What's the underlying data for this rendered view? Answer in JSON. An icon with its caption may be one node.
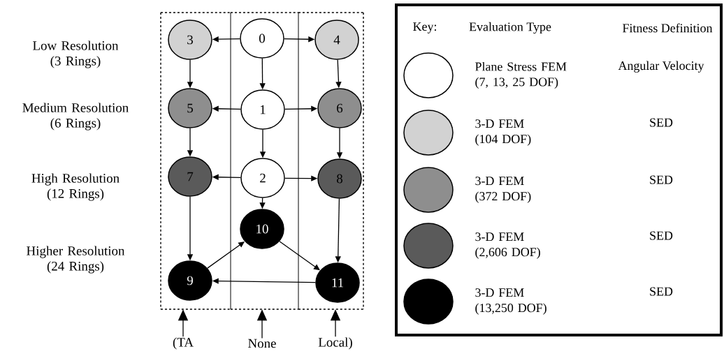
{
  "diagram": {
    "nodes": [
      {
        "text": [],
        "shape": "box"
      },
      {
        "text": [],
        "shape": "box"
      },
      {
        "text": [],
        "shape": "box"
      },
      {
        "text": [
          "3"
        ],
        "in": 0
      },
      {
        "text": [
          "0"
        ],
        "in": 1
      },
      {
        "text": [
          "4"
        ],
        "in": 2
      },
      {
        "text": [
          "5"
        ],
        "in": 0
      },
      {
        "text": [
          "1"
        ],
        "in": 1
      },
      {
        "text": [
          "6"
        ],
        "in": 2
      },
      {
        "text": [
          "7"
        ],
        "in": 0
      },
      {
        "text": [
          "2"
        ],
        "in": 1
      },
      {
        "text": [
          "8"
        ],
        "in": 2
      },
      {
        "text": [
          "10"
        ],
        "in": 1
      },
      {
        "text": [
          "9"
        ],
        "in": 0
      },
      {
        "text": [
          "11"
        ],
        "in": 2
      },
      {
        "text": [
          "(TA"
        ]
      },
      {
        "text": [
          "None"
        ]
      },
      {
        "text": [
          "Local)"
        ]
      }
    ],
    "edges": [
      {
        "from": 4,
        "to": 3,
        "arrow": "to"
      },
      {
        "from": 4,
        "to": 5,
        "arrow": "to"
      },
      {
        "from": 4,
        "to": 7,
        "arrow": "to"
      },
      {
        "from": 3,
        "to": 6,
        "arrow": "to"
      },
      {
        "from": 5,
        "to": 8,
        "arrow": "to"
      },
      {
        "from": 7,
        "to": 6,
        "arrow": "to"
      },
      {
        "from": 7,
        "to": 8,
        "arrow": "to"
      },
      {
        "from": 7,
        "to": 10,
        "arrow": "to"
      },
      {
        "from": 6,
        "to": 9,
        "arrow": "to"
      },
      {
        "from": 8,
        "to": 11,
        "arrow": "to"
      },
      {
        "from": 10,
        "to": 9,
        "arrow": "to"
      },
      {
        "from": 10,
        "to": 11,
        "arrow": "to"
      },
      {
        "from": 10,
        "to": 12,
        "arrow": "to"
      },
      {
        "from": 9,
        "to": 13,
        "arrow": "to"
      },
      {
        "from": 11,
        "to": 14,
        "arrow": "to"
      },
      {
        "from": 13,
        "to": 12,
        "arrow": "to"
      },
      {
        "from": 12,
        "to": 14,
        "arrow": "to"
      },
      {
        "from": 14,
        "to": 13,
        "arrow": "to"
      },
      {
        "from": 15,
        "to": 0,
        "arrow": "to"
      },
      {
        "from": 16,
        "to": 1,
        "arrow": "to"
      },
      {
        "from": 17,
        "to": 2,
        "arrow": "to"
      }
    ],
    "labels": [
      "Low Resolution (3 Rings)",
      "Medium Resolution (6 Rings)",
      "High Resolution (12 Rings)",
      "Higher Resolution (24 Rings)",
      "Key:",
      "Evaluation Type",
      "Fitness Definition",
      "Angular Velocity",
      "SED",
      "SED",
      "SED",
      "SED"
    ],
    "legend": [
      {
        "text": "Plane Stress FEM (7, 13, 25 DOF)"
      },
      {
        "text": "3-D FEM (104 DOF)",
        "color": "#d2d2d2"
      },
      {
        "text": "3-D FEM (372 DOF)",
        "color": "#8e8e8e"
      },
      {
        "text": "3-D FEM (2,606 DOF)",
        "color": "#5a5a5a"
      },
      {
        "text": "3-D FEM (13,250 DOF)",
        "color": "#000000"
      }
    ]
  }
}
